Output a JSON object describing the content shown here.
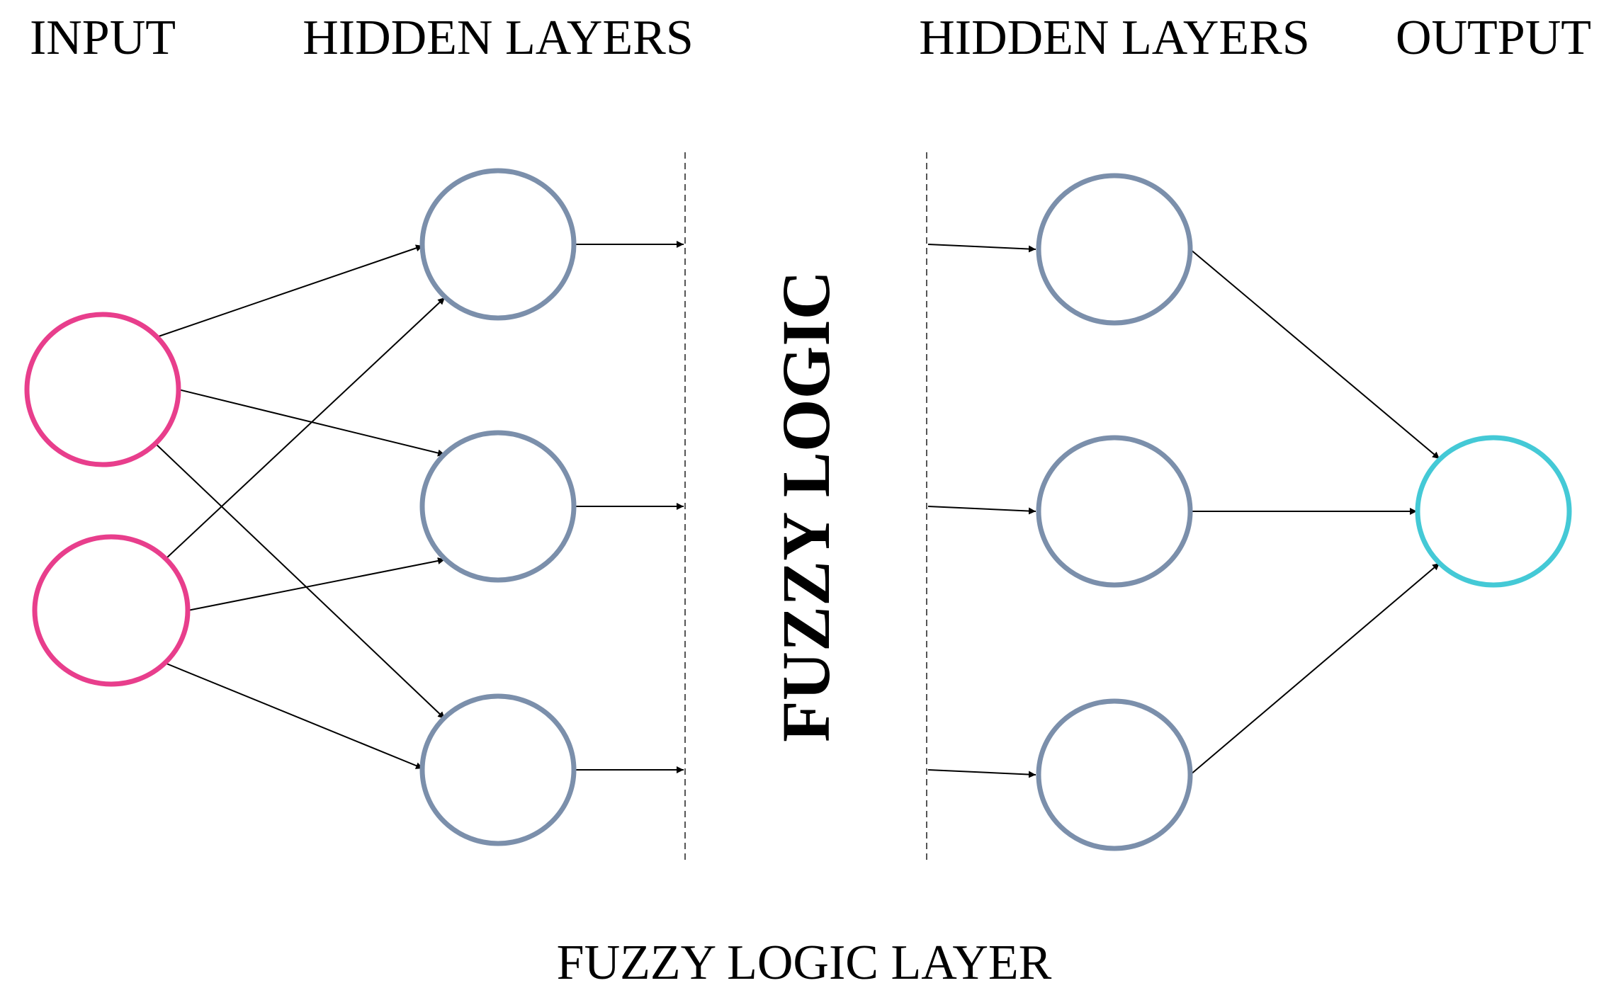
{
  "headers": {
    "input": "INPUT",
    "hidden_left": "HIDDEN LAYERS",
    "hidden_right": "HIDDEN LAYERS",
    "output": "OUTPUT"
  },
  "center_label": "FUZZY LOGIC",
  "footer_label": "FUZZY LOGIC LAYER",
  "colors": {
    "input_node": "#e83e8c",
    "hidden_node": "#7b8fab",
    "output_node": "#44c9d6",
    "edge": "#000000",
    "divider": "#555555"
  }
}
